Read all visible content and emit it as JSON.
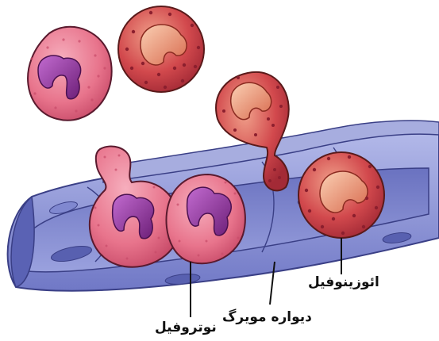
{
  "labels": {
    "eosinophil": "ائوزینوفیل",
    "capillary_wall": "دیواره مویرگ",
    "neutrophil": "نوتروفیل"
  },
  "colors": {
    "neutrophil_cytoplasm": "#e8748c",
    "neutrophil_nucleus": "#8a2a8e",
    "eosinophil_cytoplasm": "#d2494d",
    "eosinophil_nucleus": "#e07a5c",
    "capillary_fill": "#8f96d8",
    "capillary_edge": "#3a3f86",
    "leader_line": "#111111"
  }
}
